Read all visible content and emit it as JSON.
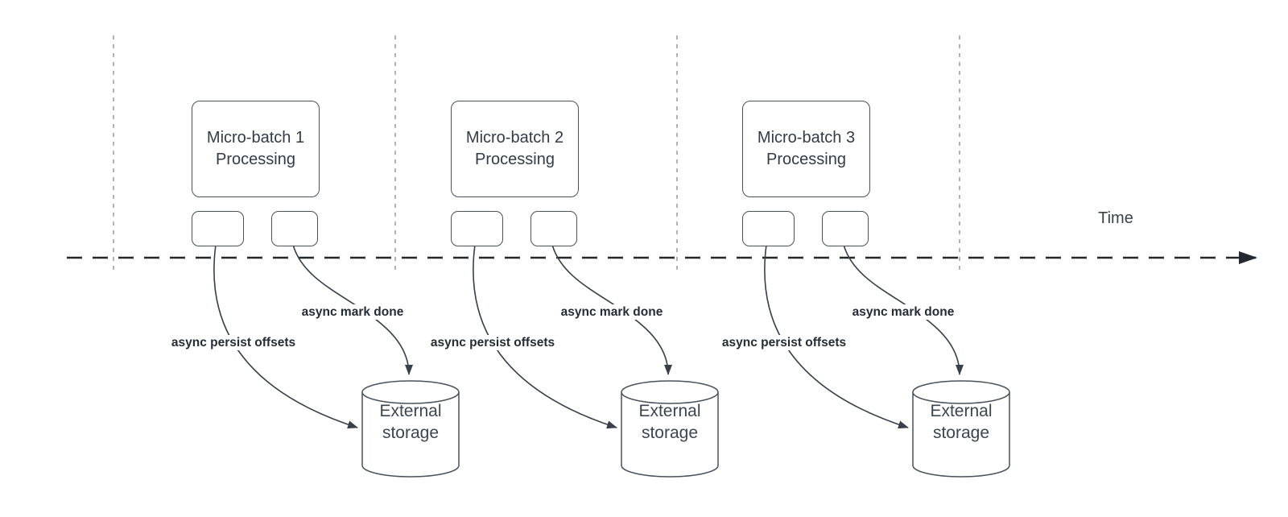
{
  "timeline": {
    "label": "Time"
  },
  "batches": [
    {
      "box_line1": "Micro-batch 1",
      "box_line2": "Processing",
      "persist_label": "async persist offsets",
      "mark_done_label": "async mark done",
      "storage_line1": "External",
      "storage_line2": "storage"
    },
    {
      "box_line1": "Micro-batch 2",
      "box_line2": "Processing",
      "persist_label": "async persist offsets",
      "mark_done_label": "async mark done",
      "storage_line1": "External",
      "storage_line2": "storage"
    },
    {
      "box_line1": "Micro-batch 3",
      "box_line2": "Processing",
      "persist_label": "async persist offsets",
      "mark_done_label": "async mark done",
      "storage_line1": "External",
      "storage_line2": "storage"
    }
  ],
  "colors": {
    "box_border": "#4a515c",
    "curve": "#39404a",
    "guide_line": "#b3b3b3",
    "timeline_axis": "#23282e",
    "box_text": "#343b46",
    "label_text": "#262c34",
    "storage_text": "#3d4550"
  }
}
